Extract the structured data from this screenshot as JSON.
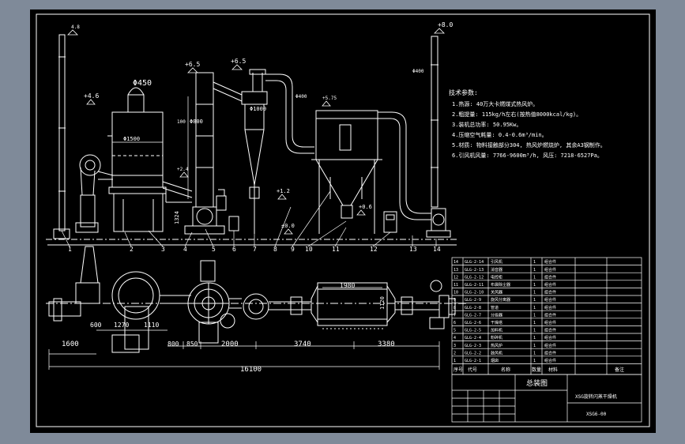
{
  "colors": {
    "background": "#7f8a99",
    "sheet": "#000000",
    "line": "#ffffff"
  },
  "elevations": {
    "e1": "4.8",
    "e2": "+8.0",
    "e3": "+4.6",
    "e4": "+6.5",
    "e5": "+6.5",
    "e6": "+5.75",
    "e7": "+2.4",
    "e8": "+1.2",
    "e9": "±0.0",
    "e10": "+0.6"
  },
  "dims": {
    "d_phi450": "Φ450",
    "d_phi1500": "Φ1500",
    "d_phi800": "Φ800",
    "d_phi1000": "Φ1000",
    "d_phi400a": "Φ400",
    "d_phi400b": "Φ400",
    "d_100": "100",
    "d_1324": "1324",
    "d_1980": "1980",
    "d_1120": "1120",
    "d_600": "600",
    "d_1270": "1270",
    "d_1110": "1110",
    "d_1600": "1600",
    "d_800": "800",
    "d_850": "850",
    "d_2000": "2000",
    "d_3740": "3740",
    "d_3380": "3380",
    "d_total": "16100"
  },
  "callouts": [
    "1",
    "2",
    "3",
    "4",
    "5",
    "6",
    "7",
    "8",
    "9",
    "10",
    "11",
    "12",
    "13",
    "14"
  ],
  "tech": {
    "heading": "技术参数:",
    "lines": [
      "1.热源: 40万大卡燃煤式热风炉。",
      "2.粗提量: 115kg/h左右(按热值8000kcal/kg)。",
      "3.装机总功率: 50.95Kw。",
      "4.压缩空气耗量: 0.4-0.6m³/min。",
      "5.材质: 物料接触部分304, 热风炉燃烧炉, 其余A3钢制作。",
      "6.引风机风量: 7766-9600m³/h, 风压: 7218-6527Pa。"
    ]
  },
  "bom_rows": [
    {
      "no": "14",
      "code": "GLG-2-14",
      "name": "引风机",
      "qty": "1",
      "mat": "组合件"
    },
    {
      "no": "13",
      "code": "GLG-2-13",
      "name": "消音器",
      "qty": "1",
      "mat": "组合件"
    },
    {
      "no": "12",
      "code": "GLG-2-12",
      "name": "电控柜",
      "qty": "1",
      "mat": "组合件"
    },
    {
      "no": "11",
      "code": "GLG-2-11",
      "name": "布袋除尘器",
      "qty": "1",
      "mat": "组合件"
    },
    {
      "no": "10",
      "code": "GLG-2-10",
      "name": "关风器",
      "qty": "1",
      "mat": "组合件"
    },
    {
      "no": "9",
      "code": "GLG-2-9",
      "name": "旋风分离器",
      "qty": "1",
      "mat": "组合件"
    },
    {
      "no": "8",
      "code": "GLG-2-8",
      "name": "管道",
      "qty": "1",
      "mat": "组合件"
    },
    {
      "no": "7",
      "code": "GLG-2-7",
      "name": "分级器",
      "qty": "1",
      "mat": "组合件"
    },
    {
      "no": "6",
      "code": "GLG-2-6",
      "name": "干燥塔",
      "qty": "1",
      "mat": "组合件"
    },
    {
      "no": "5",
      "code": "GLG-2-5",
      "name": "加料机",
      "qty": "1",
      "mat": "组合件"
    },
    {
      "no": "4",
      "code": "GLG-2-4",
      "name": "粉碎机",
      "qty": "1",
      "mat": "组合件"
    },
    {
      "no": "3",
      "code": "GLG-2-3",
      "name": "热风炉",
      "qty": "1",
      "mat": "组合件"
    },
    {
      "no": "2",
      "code": "GLG-2-2",
      "name": "鼓风机",
      "qty": "1",
      "mat": "组合件"
    },
    {
      "no": "1",
      "code": "GLG-2-1",
      "name": "烟囱",
      "qty": "1",
      "mat": "组合件"
    }
  ],
  "bom_header": {
    "no": "序号",
    "code": "代号",
    "name": "名称",
    "qty": "数量",
    "mat": "材料",
    "remark": "备注"
  },
  "title_block": {
    "drawing_title": "总装图",
    "product": "XSG旋转闪蒸干燥机",
    "drawing_no": "XSG6-00"
  }
}
